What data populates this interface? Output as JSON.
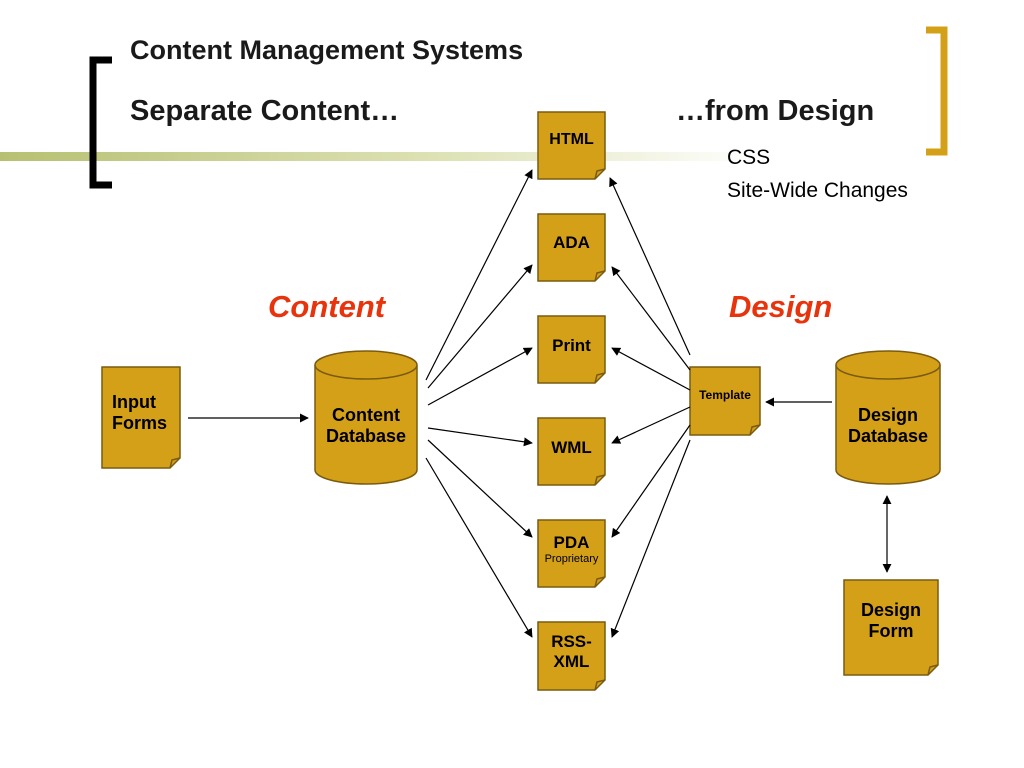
{
  "slide": {
    "title": "Content Management Systems",
    "subtitle_left": "Separate Content…",
    "subtitle_right": "…from Design",
    "notes": [
      "CSS",
      "Site-Wide Changes"
    ],
    "content_heading": "Content",
    "design_heading": "Design"
  },
  "nodes": {
    "input_forms": [
      "Input",
      "Forms"
    ],
    "content_database": [
      "Content",
      "Database"
    ],
    "design_database": [
      "Design",
      "Database"
    ],
    "design_form": [
      "Design",
      "Form"
    ],
    "template": "Template",
    "outputs": {
      "html": "HTML",
      "ada": "ADA",
      "print": "Print",
      "wml": "WML",
      "pda": "PDA",
      "pda_sub": "Proprietary",
      "rss": [
        "RSS-",
        "XML"
      ]
    }
  },
  "colors": {
    "box_fill": "#d4a017",
    "box_stroke": "#7a5a10",
    "bracket_left": "#000000",
    "bracket_right": "#d4a017",
    "accent_text": "#e8340c",
    "rule_bar": "#b9c27a"
  }
}
